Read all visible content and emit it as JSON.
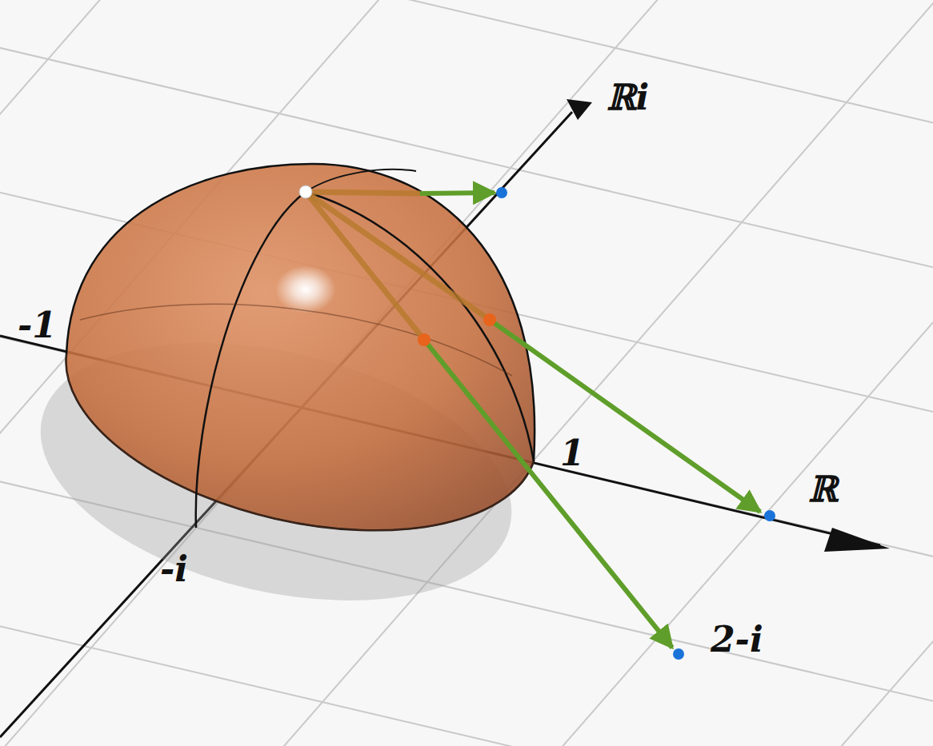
{
  "diagram": {
    "labels": [
      "ℝi",
      "-1",
      "1",
      "ℝ",
      "-i",
      "2-i"
    ]
  }
}
